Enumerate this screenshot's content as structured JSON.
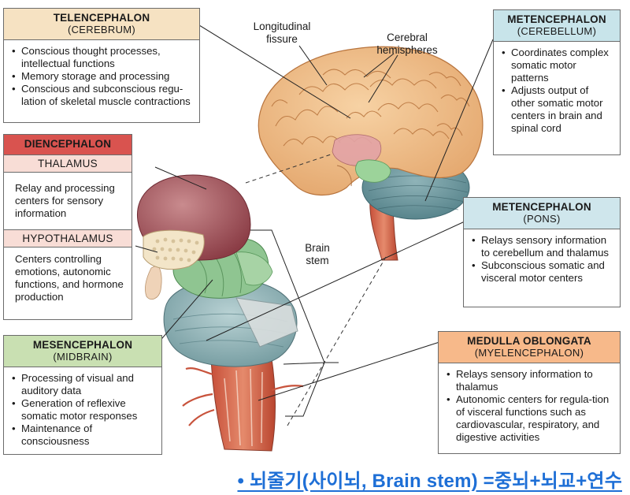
{
  "boxes": {
    "telencephalon": {
      "title": "TELENCEPHALON",
      "subtitle": "(CEREBRUM)",
      "items": [
        "Conscious thought processes, intellectual functions",
        "Memory storage and  processing",
        "Conscious and subconscious regu-lation of skeletal muscle contractions"
      ],
      "head_color": "#f6e2c2"
    },
    "diencephalon": {
      "title": "DIENCEPHALON",
      "thalamus_label": "THALAMUS",
      "thalamus_text": "Relay and processing centers for sensory information",
      "hypothalamus_label": "HYPOTHALAMUS",
      "hypothalamus_text": "Centers controlling emotions, autonomic functions, and hormone production",
      "head_color": "#d9534f",
      "sub_color": "#f8ddd6"
    },
    "mesencephalon": {
      "title": "MESENCEPHALON",
      "subtitle": "(MIDBRAIN)",
      "items": [
        "Processing of visual and auditory data",
        "Generation of reflexive somatic motor responses",
        "Maintenance of consciousness"
      ],
      "head_color": "#c9e0b2"
    },
    "metencephalon_cerebellum": {
      "title": "METENCEPHALON",
      "subtitle": "(CEREBELLUM)",
      "items": [
        "Coordinates complex somatic motor patterns",
        "Adjusts output of other somatic motor centers in brain and spinal cord"
      ],
      "head_color": "#c8e4ea"
    },
    "metencephalon_pons": {
      "title": "METENCEPHALON",
      "subtitle": "(PONS)",
      "items": [
        "Relays sensory information to cerebellum and thalamus",
        "Subconscious somatic and visceral motor centers"
      ],
      "head_color": "#cfe6ec"
    },
    "medulla": {
      "title": "MEDULLA OBLONGATA",
      "subtitle": "(MYELENCEPHALON)",
      "items": [
        "Relays sensory information to thalamus",
        "Autonomic centers for regula-tion of visceral functions such as cardiovascular, respiratory, and digestive activities"
      ],
      "head_color": "#f7b98a"
    }
  },
  "labels": {
    "longitudinal_fissure": "Longitudinal fissure",
    "cerebral_hemispheres": "Cerebral hemispheres",
    "brain_stem": "Brain stem"
  },
  "footer": {
    "text": "• 뇌줄기(사이뇌, Brain stem) =중뇌+뇌교+연수",
    "color": "#1e6fd6"
  }
}
